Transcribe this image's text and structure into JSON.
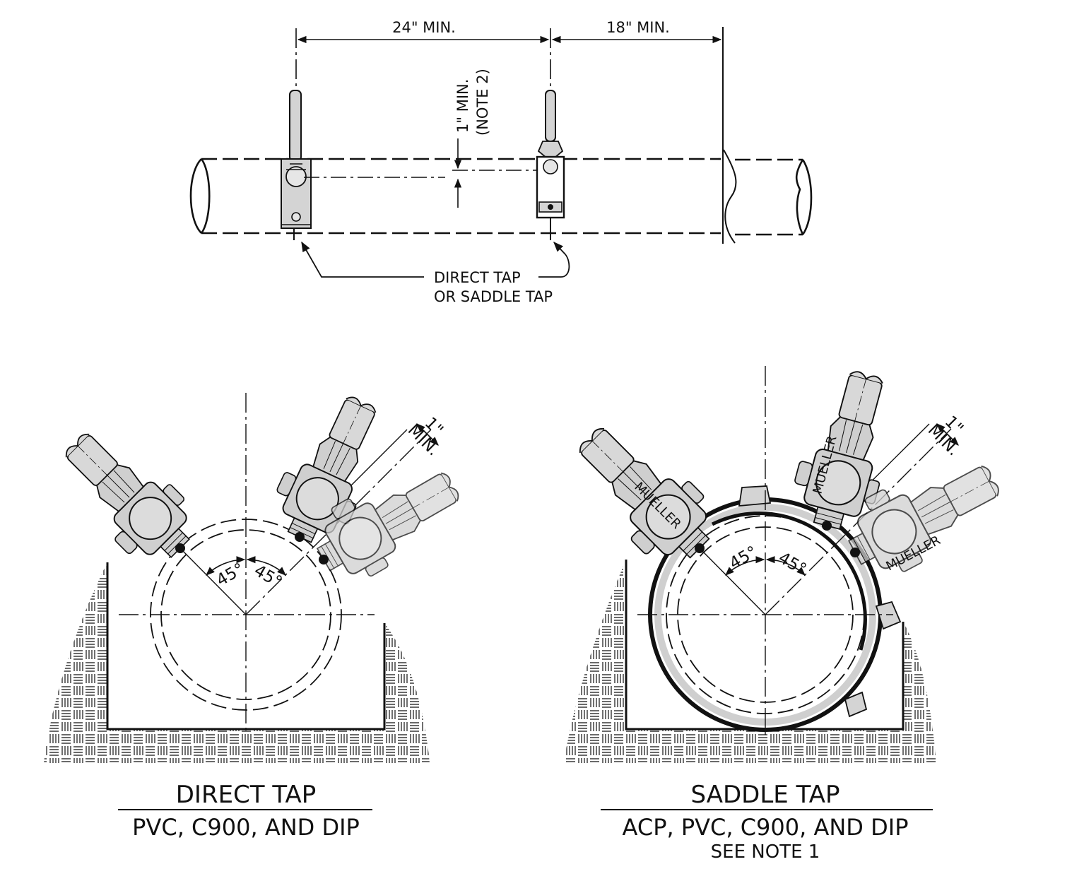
{
  "top_view": {
    "dim_24": "24\" MIN.",
    "dim_18": "18\" MIN.",
    "dim_1_min": "1\" MIN.",
    "dim_note2": "(NOTE 2)",
    "callout_line1": "DIRECT TAP",
    "callout_line2": "OR SADDLE TAP"
  },
  "direct_tap": {
    "title": "DIRECT TAP",
    "subtitle": "PVC, C900, AND DIP",
    "angle_left": "45°",
    "angle_right": "45°",
    "clearance_top": "1\"",
    "clearance_bottom": "MIN."
  },
  "saddle_tap": {
    "title": "SADDLE TAP",
    "subtitle": "ACP, PVC, C900, AND DIP",
    "note": "SEE NOTE 1",
    "angle_left": "45°",
    "angle_right": "45°",
    "clearance_top": "1\"",
    "clearance_bottom": "MIN.",
    "brand_label_1": "MUELLER",
    "brand_label_2": "MUELLER",
    "brand_label_3": "MUELLER"
  },
  "colors": {
    "ink": "#111111",
    "fitting_fill": "#cfcfcf",
    "fitting_fill_light": "#e2e2e2"
  }
}
